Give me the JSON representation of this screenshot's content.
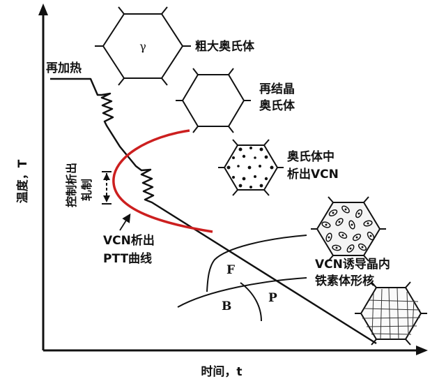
{
  "axes": {
    "y_label": "温度，T",
    "x_label": "时间，t"
  },
  "labels": {
    "reheat": "再加热",
    "gamma_symbol": "γ",
    "coarse_austenite": "粗大奥氏体",
    "recrystallized_line1": "再结晶",
    "recrystallized_line2": "奥氏体",
    "vcn_precip_line1": "奥氏体中",
    "vcn_precip_line2": "析出VCN",
    "controlled_rolling_col1": "控制析出",
    "controlled_rolling_col2": "轧制",
    "ptt_line1": "VCN析出",
    "ptt_line2": "PTT曲线",
    "vcn_ferrite_line1": "VCN诱导晶内",
    "vcn_ferrite_line2": "铁素体形核",
    "phase_F": "F",
    "phase_B": "B",
    "phase_P": "P"
  },
  "colors": {
    "ptt_curve": "#cc1f1f",
    "ink": "#111111"
  }
}
